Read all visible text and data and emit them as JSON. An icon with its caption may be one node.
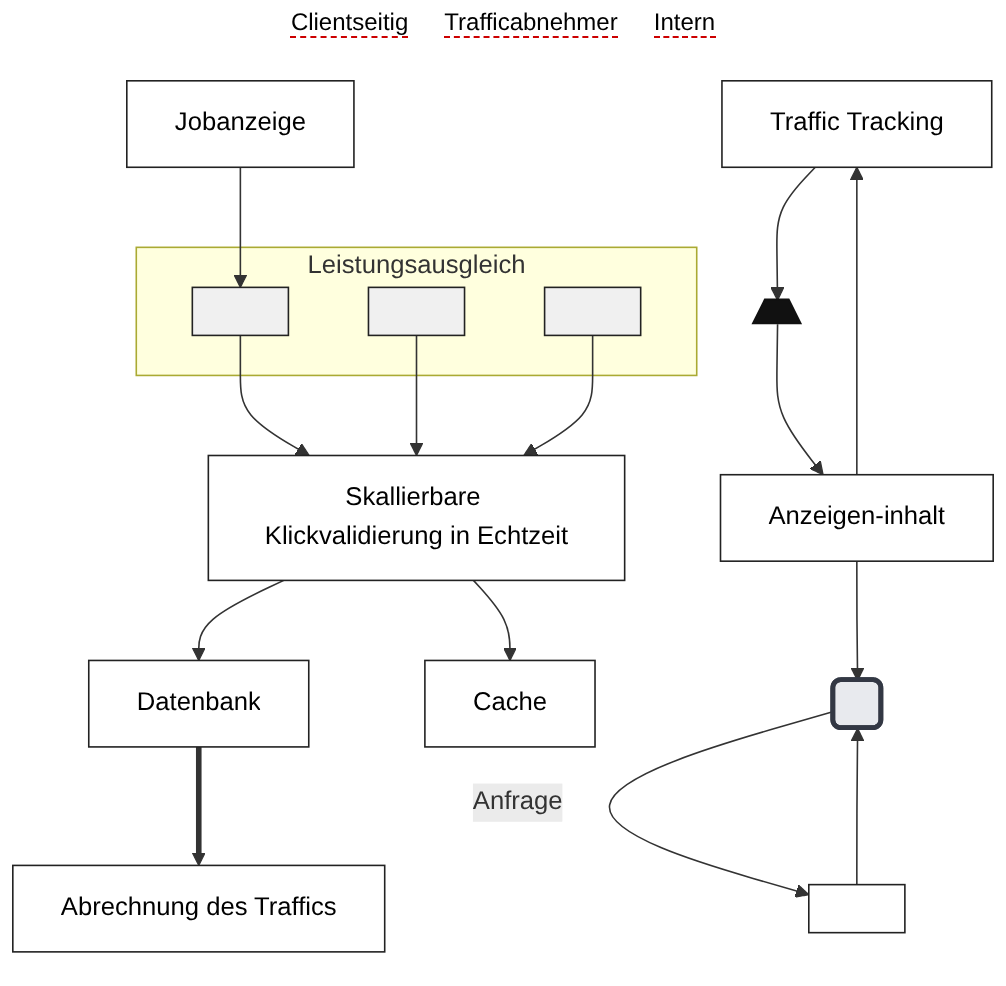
{
  "diagram": {
    "nodes": [
      {
        "text": [],
        "shape": "phone"
      },
      {
        "text": [],
        "shape": "box"
      },
      {
        "text": [
          "Jobanzeige"
        ]
      },
      {
        "text": [
          "Traffic Tracking"
        ]
      },
      {
        "text": [
          "Leistungsausgleich"
        ]
      },
      {
        "text": [],
        "shape": "bar",
        "in": 4
      },
      {
        "text": [],
        "shape": "bar",
        "in": 4
      },
      {
        "text": [],
        "shape": "bar",
        "in": 4
      },
      {
        "text": [
          "Anzeigen-inhalt"
        ]
      },
      {
        "text": [
          "Cache"
        ]
      },
      {
        "text": [
          "Skallierbare Klickvalidierung in Echtzeit"
        ]
      },
      {
        "text": [
          "Datenbank"
        ]
      },
      {
        "text": [],
        "shape": "building"
      },
      {
        "text": [
          "Abrechnung des Traffics"
        ]
      }
    ],
    "edges": [
      {
        "from": 0,
        "to": 1,
        "arrow": "to",
        "label": "Anfrage"
      },
      {
        "from": 1,
        "to": 0,
        "arrow": "to"
      },
      {
        "from": 2,
        "to": 5,
        "arrow": "to"
      },
      {
        "from": 5,
        "to": 10,
        "arrow": "to"
      },
      {
        "from": 6,
        "to": 10,
        "arrow": "to"
      },
      {
        "from": 7,
        "to": 10,
        "arrow": "to"
      },
      {
        "from": 10,
        "to": 9,
        "arrow": "to"
      },
      {
        "from": 10,
        "to": 11,
        "arrow": "to"
      },
      {
        "from": 11,
        "to": 13,
        "arrow": "to",
        "style": "thick"
      },
      {
        "from": 3,
        "to": 12,
        "arrow": "to"
      },
      {
        "from": 8,
        "to": 3,
        "arrow": "to"
      },
      {
        "from": 8,
        "to": 0,
        "arrow": "to"
      },
      {
        "from": 12,
        "to": 8,
        "arrow": "to"
      }
    ],
    "labels": [
      "Clientseitig",
      "Trafficabnehmer",
      "Intern"
    ]
  }
}
